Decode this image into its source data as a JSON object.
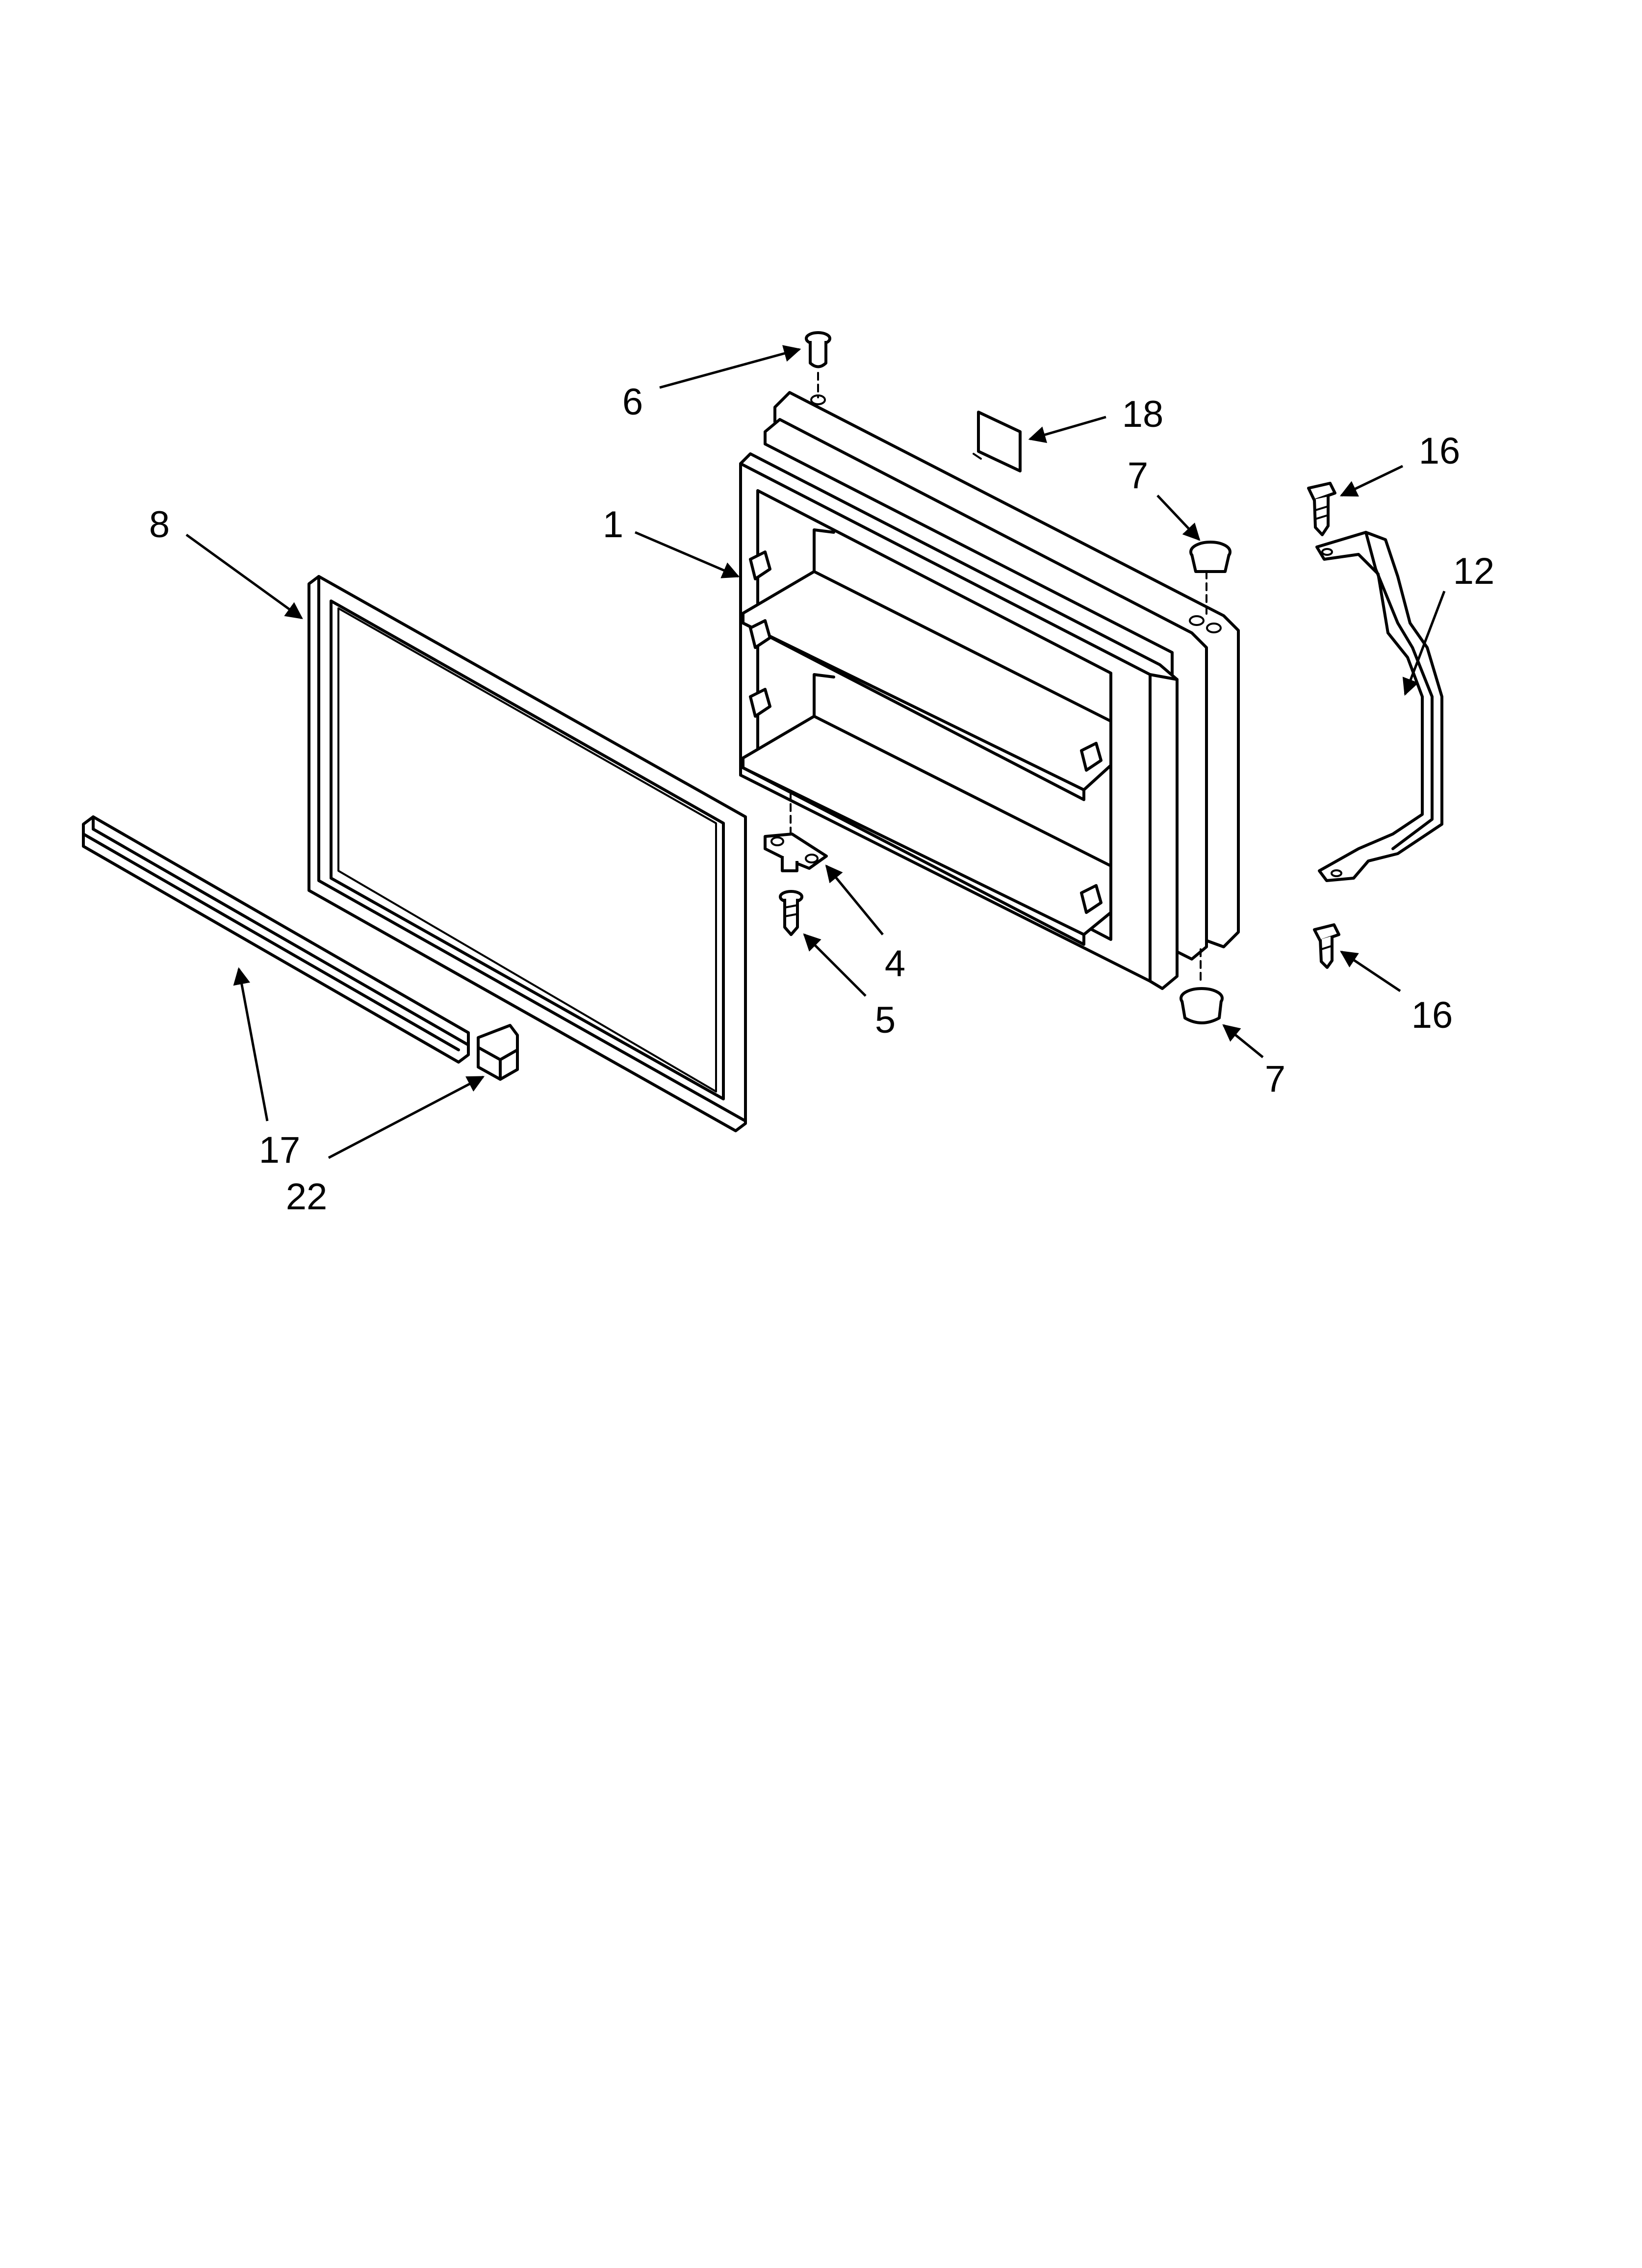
{
  "callouts": [
    {
      "id": "door-assembly",
      "label": "1"
    },
    {
      "id": "hinge-bracket",
      "label": "4"
    },
    {
      "id": "hinge-screw",
      "label": "5"
    },
    {
      "id": "hinge-pin",
      "label": "6"
    },
    {
      "id": "hole-plug-top",
      "label": "7"
    },
    {
      "id": "hole-plug-bottom",
      "label": "7"
    },
    {
      "id": "door-gasket",
      "label": "8"
    },
    {
      "id": "door-handle",
      "label": "12"
    },
    {
      "id": "handle-screw-top",
      "label": "16"
    },
    {
      "id": "handle-screw-bottom",
      "label": "16"
    },
    {
      "id": "door-trim",
      "label": "17"
    },
    {
      "id": "light-label",
      "label": "18"
    },
    {
      "id": "trim-end-cap",
      "label": "22"
    }
  ]
}
